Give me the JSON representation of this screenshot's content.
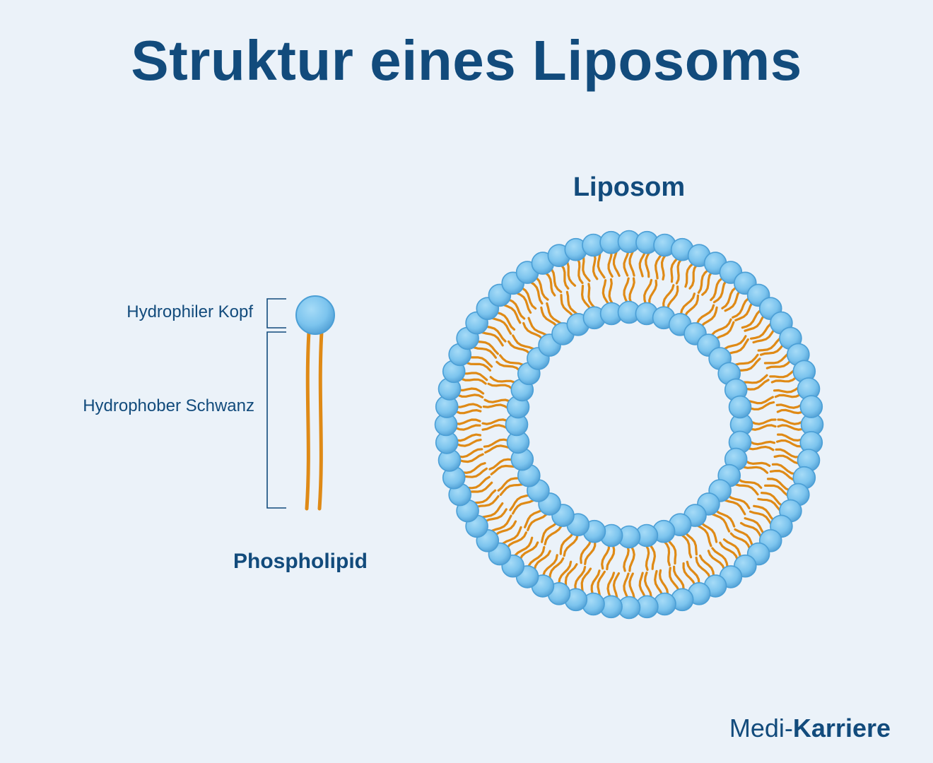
{
  "title": "Struktur eines Liposoms",
  "liposome_label": "Liposom",
  "phospholipid": {
    "label": "Phospholipid",
    "head_label": "Hydrophiler Kopf",
    "tail_label": "Hydrophober Schwanz"
  },
  "brand": {
    "part1": "Medi",
    "separator": "-",
    "part2": "Karriere"
  },
  "colors": {
    "background": "#ebf2f9",
    "text": "#124b7c",
    "head_fill": "#7cc4ee",
    "head_stroke": "#4b9fd6",
    "tail": "#df8a16"
  }
}
